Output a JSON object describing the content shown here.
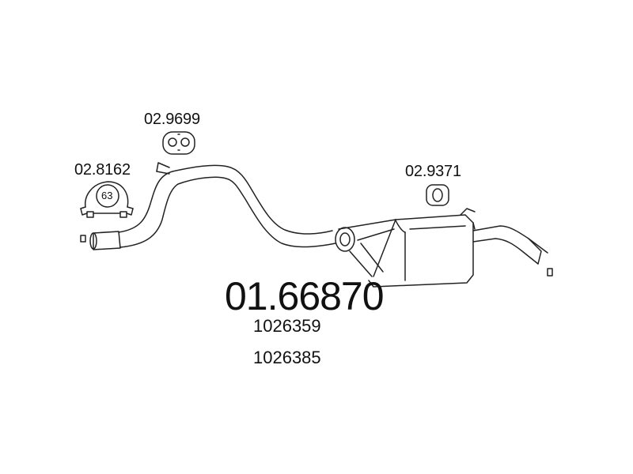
{
  "main_part_number": "01.66870",
  "oe_numbers": [
    "1026359",
    "1026385"
  ],
  "components": [
    {
      "name": "clamp",
      "number": "02.8162",
      "diameter": "63"
    },
    {
      "name": "rubber-hanger-front",
      "number": "02.9699"
    },
    {
      "name": "rubber-hanger-rear",
      "number": "02.9371"
    }
  ]
}
